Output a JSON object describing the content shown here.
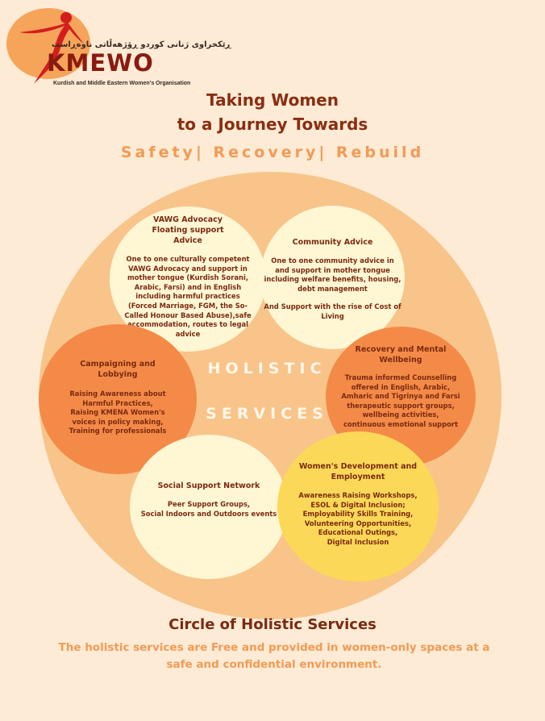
{
  "logo": {
    "script_text": "ڕێکخراوی ژنانی کوردو ڕۆژهەڵاتی ناوەڕاست",
    "wordmark": "KMEWO",
    "subtitle": "Kurdish and Middle Eastern Women's Organisation"
  },
  "heading": {
    "line1": "Taking Women",
    "line2": "to a Journey Towards",
    "tagline": "Safety| Recovery| Rebuild"
  },
  "center": {
    "word1": "HOLISTIC",
    "word2": "SERVICES"
  },
  "bubbles": {
    "vawg": {
      "title": [
        "VAWG Advocacy",
        "Floating support",
        "Advice"
      ],
      "body": [
        "One to one culturally competent",
        "VAWG Advocacy and support in",
        "mother tongue (Kurdish Sorani,",
        "Arabic, Farsi) and in English",
        "including harmful practices",
        "(Forced Marriage, FGM, the So-",
        "Called Honour Based Abuse),safe",
        "accommodation, routes to legal",
        "advice"
      ]
    },
    "community": {
      "title": [
        "Community Advice"
      ],
      "body": [
        "One to one community advice in",
        "and support in mother tongue",
        "including welfare benefits, housing,",
        "debt management",
        "",
        "And  Support with the rise of Cost of",
        "Living"
      ]
    },
    "campaigning": {
      "title": [
        "Campaigning and",
        "Lobbying"
      ],
      "body": [
        "Raising Awareness about",
        "Harmful Practices,",
        "Raising KMENA Women's",
        "voices in policy making,",
        "Training for professionals"
      ]
    },
    "recovery": {
      "title": [
        "Recovery and Mental",
        "Wellbeing"
      ],
      "body": [
        "Trauma informed Counselling",
        "offered in English, Arabic,",
        "Amharic and Tigrinya and Farsi",
        "therapeutic support groups,",
        "wellbeing activities,",
        "continuous emotional support"
      ]
    },
    "social": {
      "title": [
        "Social Support Network"
      ],
      "body": [
        "Peer Support Groups,",
        "Social Indoors and Outdoors events"
      ]
    },
    "women": {
      "title": [
        "Women's Development and",
        "Employment"
      ],
      "body": [
        "Awareness Raising Workshops,",
        "ESOL & Digital Inclusion;",
        "Employability Skills Training,",
        "Volunteering Opportunities,",
        "Educational Outings,",
        "Digital Inclusion"
      ]
    }
  },
  "footer": {
    "title": "Circle of Holistic Services",
    "text_line1": "The holistic services are Free and provided in women-only spaces at a",
    "text_line2": "safe and confidential environment."
  },
  "colors": {
    "background": "#fdebd5",
    "outer_circle": "#f8c48a",
    "cream_bubble": "#fff6d4",
    "orange_bubble": "#f48a48",
    "yellow_bubble": "#fcd858",
    "accent_orange": "#f39a55",
    "dark_brown": "#7a2a10"
  }
}
